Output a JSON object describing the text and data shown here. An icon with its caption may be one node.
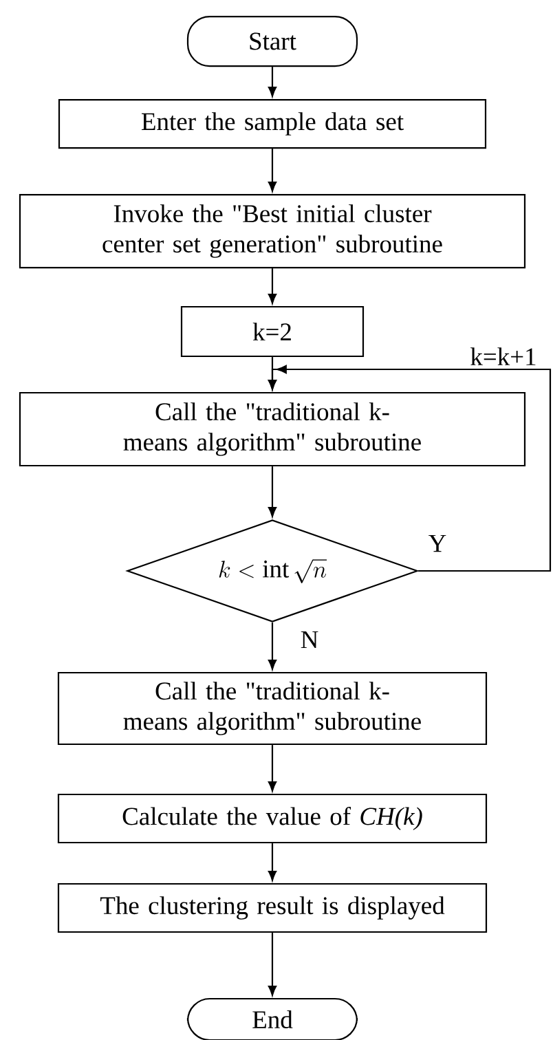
{
  "diagram": {
    "nodes": [
      {
        "text": [
          "Start"
        ]
      },
      {
        "text": [
          "Enter the sample data set"
        ]
      },
      {
        "text": [
          "Invoke the \"Best initial cluster center set generation\" subroutine"
        ]
      },
      {
        "text": [
          "k=2"
        ]
      },
      {
        "text": [
          "Call the \"traditional k-means algorithm\" subroutine"
        ]
      },
      {
        "text": [
          "k<\\mathrm{int}\\,\\sqrt{n}"
        ]
      },
      {
        "text": [
          "Call the \"traditional k-means algorithm\" subroutine"
        ]
      },
      {
        "text": [
          "Calculate the value of *CH(k)*"
        ]
      },
      {
        "text": [
          "The clustering result is displayed"
        ]
      },
      {
        "text": [
          "End"
        ]
      }
    ],
    "edges": [
      {
        "from": 0,
        "to": 1,
        "arrow": "to"
      },
      {
        "from": 1,
        "to": 2,
        "arrow": "to"
      },
      {
        "from": 2,
        "to": 3,
        "arrow": "to"
      },
      {
        "from": 3,
        "to": 4,
        "arrow": "to"
      },
      {
        "from": 4,
        "to": 5,
        "arrow": "to"
      },
      {
        "from": 5,
        "to": 4,
        "arrow": "to",
        "label": "Y"
      },
      {
        "from": 5,
        "to": 6,
        "arrow": "to",
        "label": "N"
      },
      {
        "from": 6,
        "to": 7,
        "arrow": "to"
      },
      {
        "from": 7,
        "to": 8,
        "arrow": "to"
      },
      {
        "from": 8,
        "to": 9,
        "arrow": "to"
      }
    ],
    "labels": [
      "k=k+1"
    ]
  }
}
